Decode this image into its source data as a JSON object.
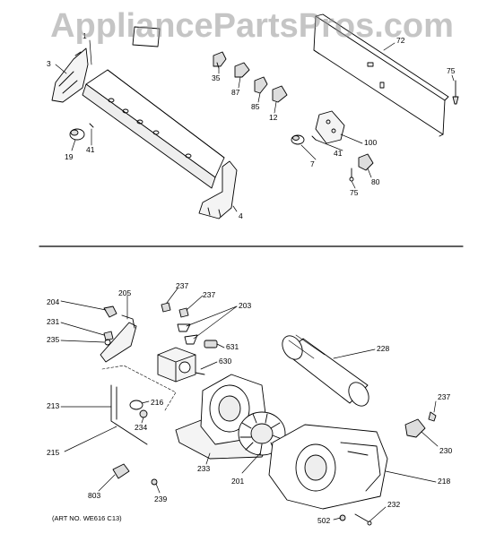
{
  "watermark": "AppliancePartsPros.com",
  "art_number": "(ART NO. WE616 C13)",
  "callouts": {
    "c1": "1",
    "c3": "3",
    "c4": "4",
    "c7": "7",
    "c12": "12",
    "c19": "19",
    "c35": "35",
    "c41a": "41",
    "c41b": "41",
    "c72": "72",
    "c75a": "75",
    "c75b": "75",
    "c80": "80",
    "c85": "85",
    "c87": "87",
    "c100": "100",
    "c201": "201",
    "c203": "203",
    "c204": "204",
    "c205": "205",
    "c213": "213",
    "c215": "215",
    "c216": "216",
    "c218": "218",
    "c228": "228",
    "c230": "230",
    "c231": "231",
    "c232": "232",
    "c233": "233",
    "c234": "234",
    "c235": "235",
    "c237a": "237",
    "c237b": "237",
    "c237c": "237",
    "c239": "239",
    "c502": "502",
    "c630": "630",
    "c631": "631",
    "c803": "803"
  }
}
